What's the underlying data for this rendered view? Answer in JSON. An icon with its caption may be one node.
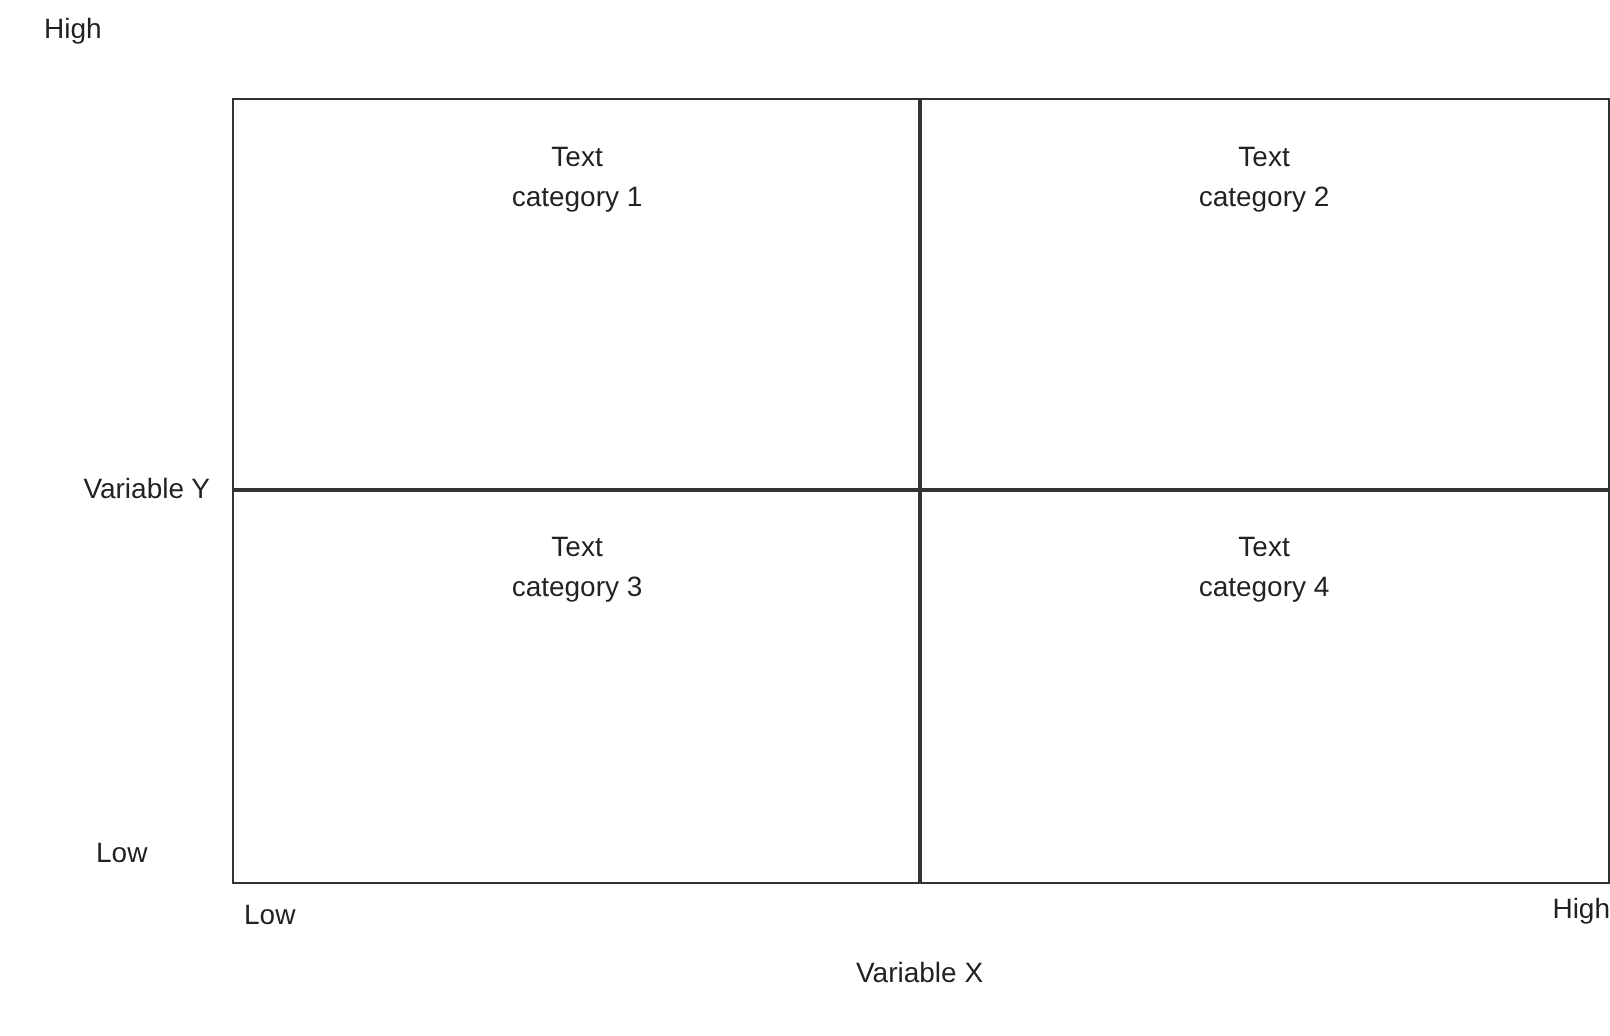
{
  "diagram": {
    "nodes": [
      {
        "text": [
          "Text category 1"
        ]
      },
      {
        "text": [
          "Text category 2"
        ]
      },
      {
        "text": [
          "Text category 3"
        ]
      },
      {
        "text": [
          "Text category 4"
        ]
      }
    ],
    "labels": [
      "High",
      "Variable Y",
      "Low",
      "Low",
      "High",
      "Variable X"
    ]
  }
}
